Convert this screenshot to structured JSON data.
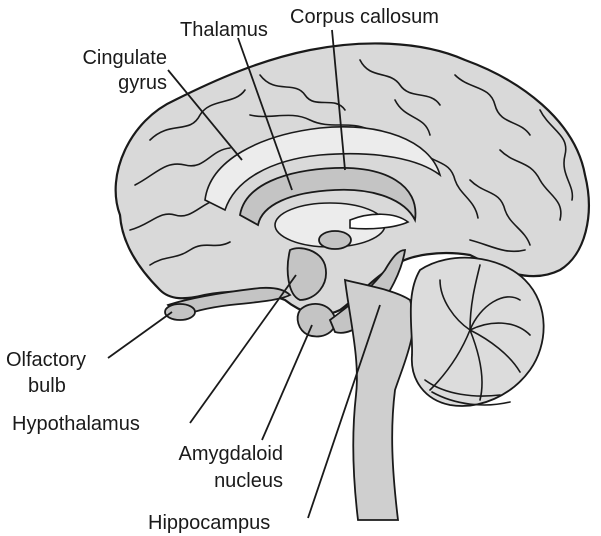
{
  "labels": {
    "thalamus": "Thalamus",
    "corpus_callosum": "Corpus callosum",
    "cingulate_1": "Cingulate",
    "cingulate_2": "gyrus",
    "olfactory_1": "Olfactory",
    "olfactory_2": "bulb",
    "hypothalamus": "Hypothalamus",
    "amygdaloid_1": "Amygdaloid",
    "amygdaloid_2": "nucleus",
    "hippocampus": "Hippocampus"
  }
}
